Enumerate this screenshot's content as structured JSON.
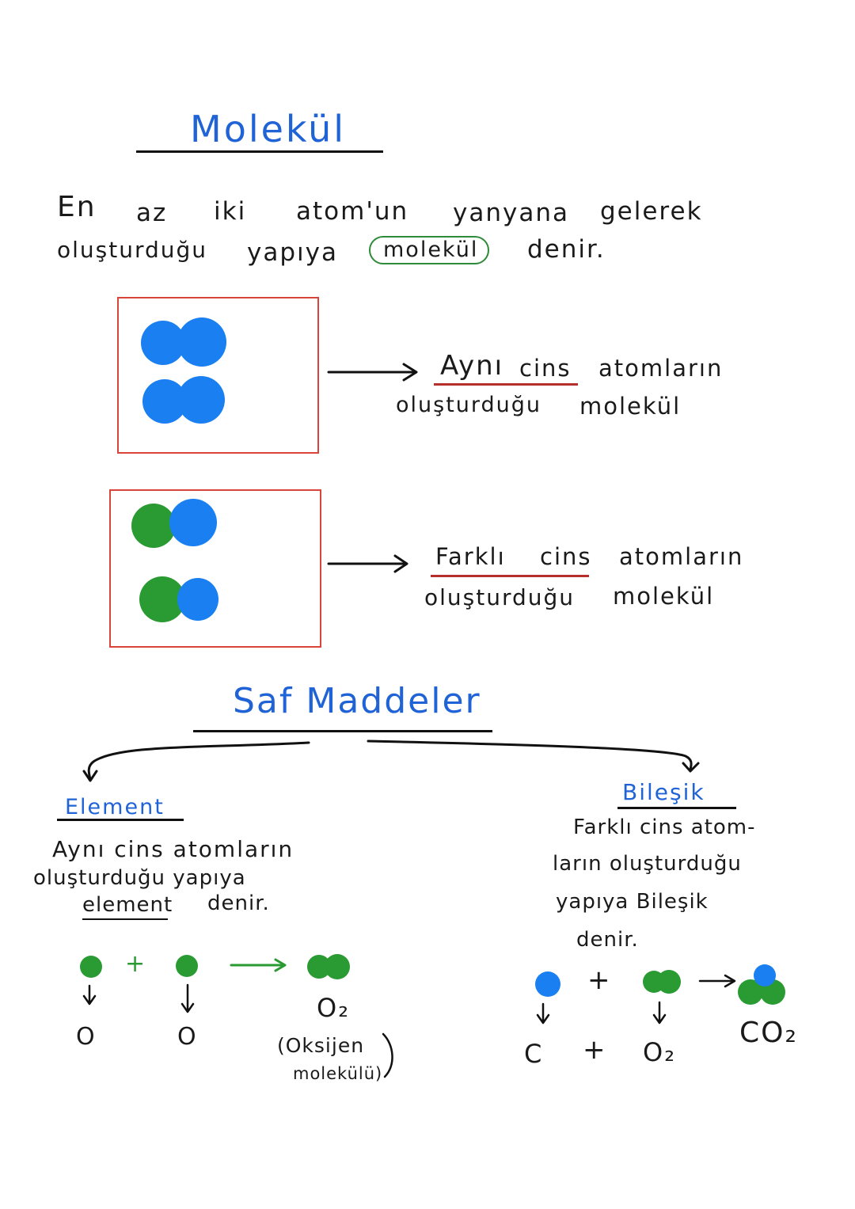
{
  "colors": {
    "blue": "#1a7ff0",
    "green": "#2a9a32",
    "title_blue": "#1f63d6",
    "box_red": "#d9453a",
    "ink": "#1a1a1a"
  },
  "molekul": {
    "title": "Molekül",
    "definition_line1": [
      "En",
      "az",
      "iki",
      "atom'un",
      "yanyana",
      "gelerek"
    ],
    "definition_line2_start": [
      "oluşturduğu",
      "yapıya"
    ],
    "definition_highlight": "molekül",
    "definition_line2_end": "denir.",
    "same_type": {
      "line1": [
        "Aynı",
        "cins",
        "atomların"
      ],
      "line2": [
        "oluşturduğu",
        "molekül"
      ]
    },
    "different_type": {
      "line1": [
        "Farklı",
        "cins",
        "atomların"
      ],
      "line2": [
        "oluşturduğu",
        "molekül"
      ]
    }
  },
  "saf_maddeler": {
    "title": "Saf Maddeler",
    "element": {
      "heading": "Element",
      "line1": "Aynı cins atomların",
      "line2": "oluşturduğu yapıya",
      "term": "element",
      "line3_end": "denir.",
      "plus": "+",
      "label_o1": "O",
      "label_o2": "O",
      "product": "O₂",
      "product_note_line1": "(Oksijen",
      "product_note_line2": "molekülü)"
    },
    "bilesik": {
      "heading": "Bileşik",
      "line1": "Farklı cins atom-",
      "line2": "ların oluşturduğu",
      "line3": "yapıya Bileşik",
      "line4": "denir.",
      "plus_top": "+",
      "label_c": "C",
      "plus_bottom": "+",
      "label_o2": "O₂",
      "product": "CO₂"
    }
  }
}
